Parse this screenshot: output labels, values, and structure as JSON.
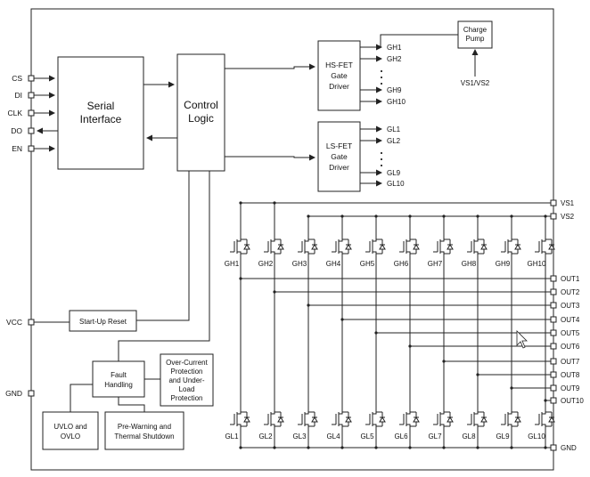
{
  "blocks": {
    "serial_interface": [
      "Serial",
      "Interface"
    ],
    "control_logic": [
      "Control",
      "Logic"
    ],
    "hs_driver": [
      "HS-FET",
      "Gate",
      "Driver"
    ],
    "ls_driver": [
      "LS-FET",
      "Gate",
      "Driver"
    ],
    "charge_pump": [
      "Charge",
      "Pump"
    ],
    "startup_reset": [
      "Start-Up Reset"
    ],
    "fault_handling": [
      "Fault",
      "Handling"
    ],
    "ocp": [
      "Over-Current",
      "Protection",
      "and Under-",
      "Load",
      "Protection"
    ],
    "uvlo": [
      "UVLO and",
      "OVLO"
    ],
    "prewarn": [
      "Pre-Warning and",
      "Thermal Shutdown"
    ]
  },
  "supply_label": "VS1/VS2",
  "left_pins": [
    "CS",
    "DI",
    "CLK",
    "DO",
    "EN"
  ],
  "vcc_label": "VCC",
  "gnd_left_label": "GND",
  "gnd_right_label": "GND",
  "hs_outputs": [
    "GH1",
    "GH2",
    "·",
    "·",
    "·",
    "GH9",
    "GH10"
  ],
  "ls_outputs": [
    "GL1",
    "GL2",
    "·",
    "·",
    "·",
    "GL9",
    "GL10"
  ],
  "vs_pins": [
    "VS1",
    "VS2"
  ],
  "out_pins": [
    "OUT1",
    "OUT2",
    "OUT3",
    "OUT4",
    "OUT5",
    "OUT6",
    "OUT7",
    "OUT8",
    "OUT9",
    "OUT10"
  ],
  "hs_fets": [
    "GH1",
    "GH2",
    "GH3",
    "GH4",
    "GH5",
    "GH6",
    "GH7",
    "GH8",
    "GH9",
    "GH10"
  ],
  "ls_fets": [
    "GL1",
    "GL2",
    "GL3",
    "GL4",
    "GL5",
    "GL6",
    "GL7",
    "GL8",
    "GL9",
    "GL10"
  ]
}
